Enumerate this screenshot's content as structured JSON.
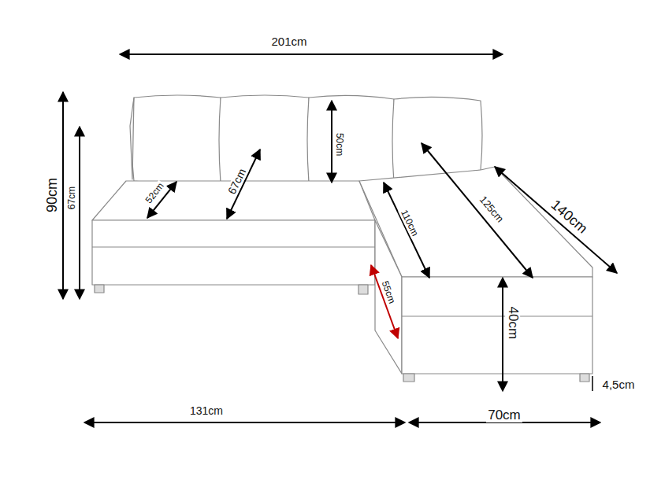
{
  "diagram": {
    "labels": [
      "201cm",
      "90cm",
      "67cm",
      "52cm",
      "67cm",
      "50cm",
      "110cm",
      "125cm",
      "140cm",
      "55cm",
      "40cm",
      "4,5cm",
      "131cm",
      "70cm"
    ]
  }
}
